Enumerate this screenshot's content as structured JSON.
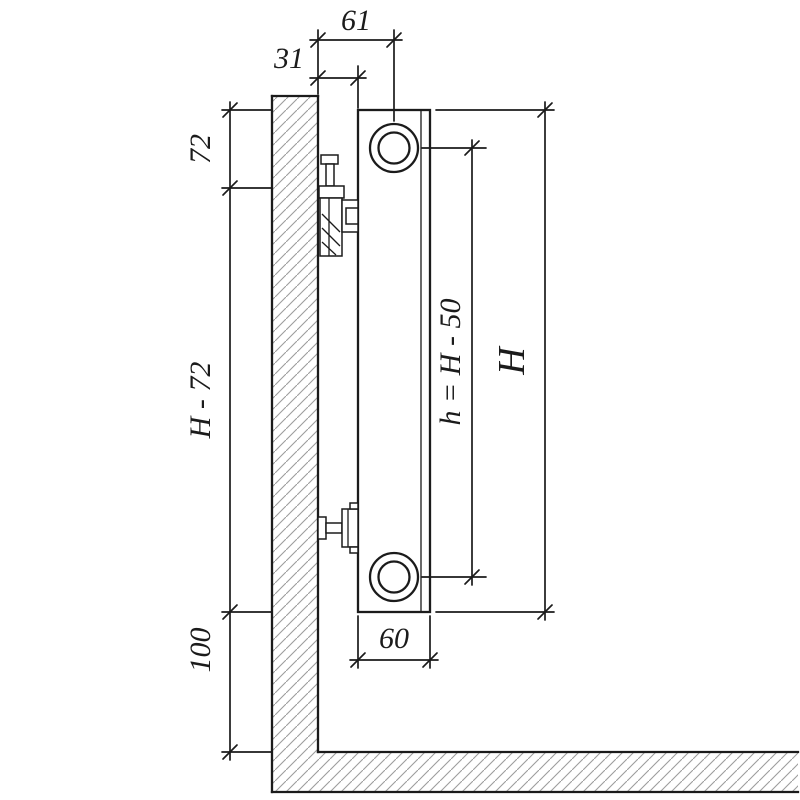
{
  "diagram": {
    "dimension_labels": {
      "wall_to_pipe_center": "61",
      "wall_to_radiator_face": "31",
      "top_to_bracket": "72",
      "bracket_to_bottom": "H - 72",
      "floor_clearance": "100",
      "connection_pitch": "h = H - 50",
      "radiator_height": "H",
      "radiator_depth": "60"
    },
    "colors": {
      "line": "#1b1b1b",
      "hatch": "#9d9d9d",
      "background": "#ffffff"
    }
  }
}
